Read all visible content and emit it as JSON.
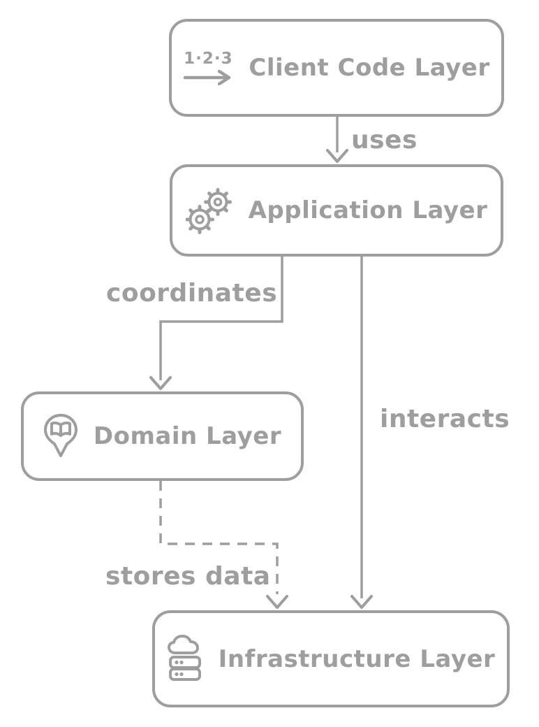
{
  "diagram": {
    "type": "flowchart",
    "direction": "top-down",
    "background_color": "#ffffff",
    "stroke_color": "#9e9e9e",
    "nodes": [
      {
        "id": "client",
        "label": "Client Code Layer",
        "icon": "steps-arrow-icon"
      },
      {
        "id": "application",
        "label": "Application Layer",
        "icon": "gears-icon"
      },
      {
        "id": "domain",
        "label": "Domain Layer",
        "icon": "book-pin-icon"
      },
      {
        "id": "infrastructure",
        "label": "Infrastructure Layer",
        "icon": "cloud-server-icon"
      }
    ],
    "edges": [
      {
        "from": "client",
        "to": "application",
        "label": "uses",
        "style": "solid"
      },
      {
        "from": "application",
        "to": "domain",
        "label": "coordinates",
        "style": "solid"
      },
      {
        "from": "application",
        "to": "infrastructure",
        "label": "interacts",
        "style": "solid"
      },
      {
        "from": "domain",
        "to": "infrastructure",
        "label": "stores data",
        "style": "dashed"
      }
    ],
    "icon_steps_text": "1·2·3"
  }
}
